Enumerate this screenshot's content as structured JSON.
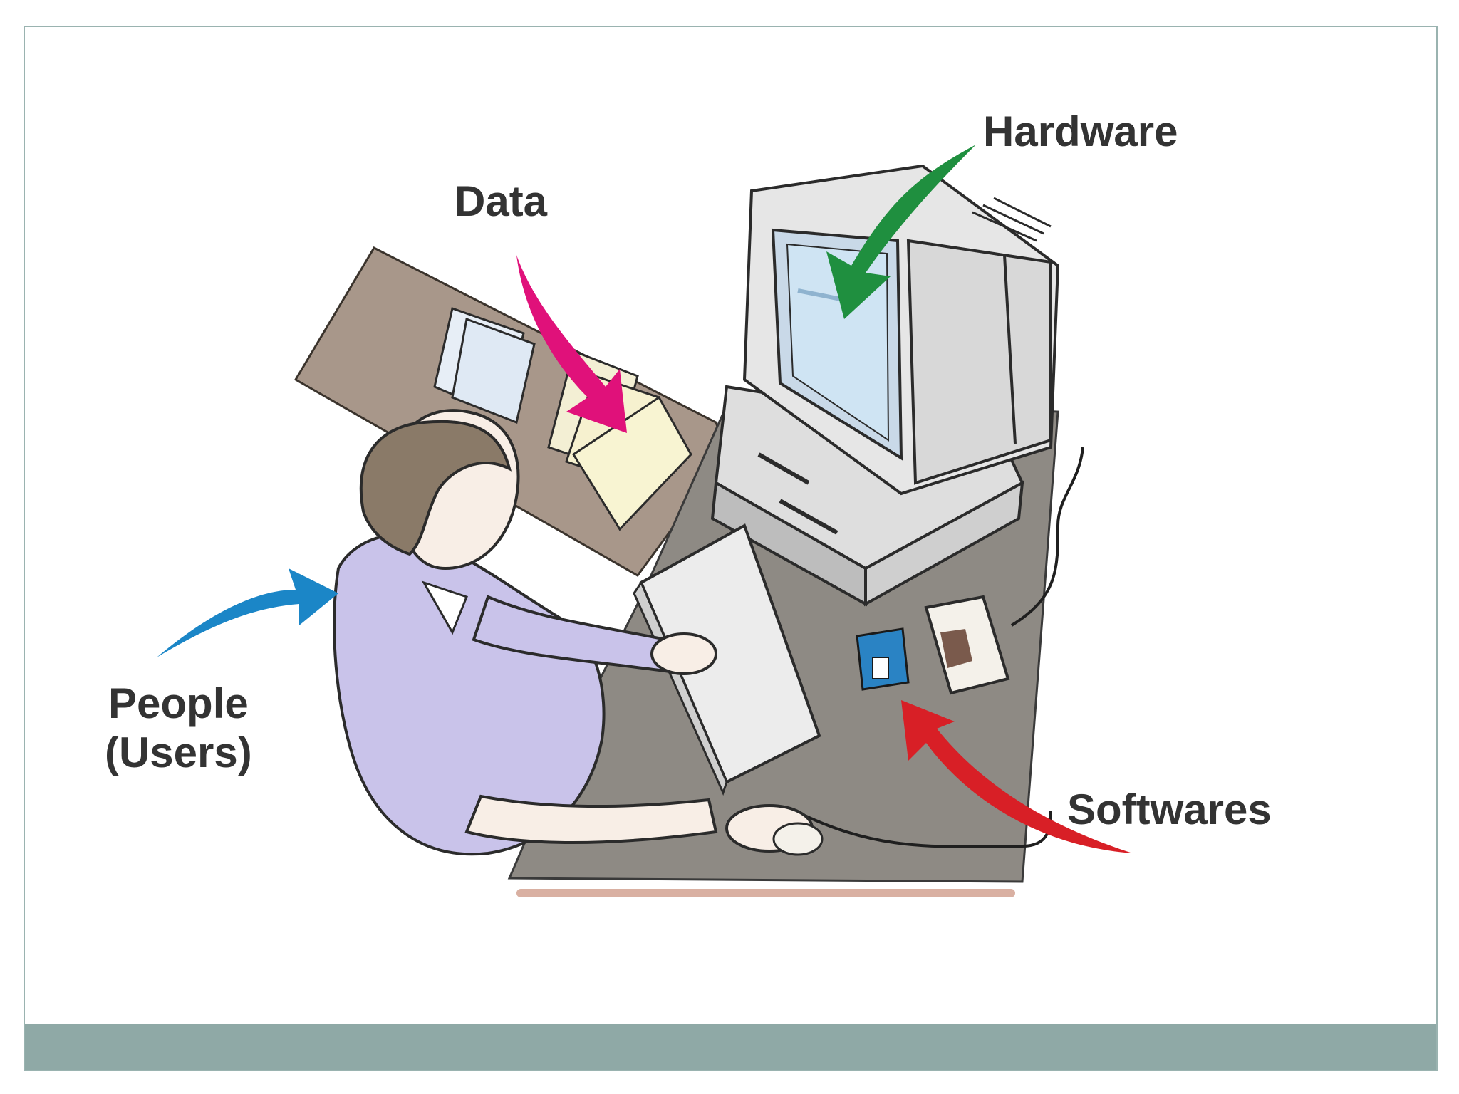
{
  "labels": {
    "hardware": "Hardware",
    "data": "Data",
    "people_line1": "People",
    "people_line2": "(Users)",
    "softwares": "Softwares"
  },
  "icons": {
    "hardware_arrow": "green-arrow",
    "data_arrow": "magenta-arrow",
    "people_arrow": "blue-arrow",
    "software_arrow": "red-arrow"
  },
  "colors": {
    "frame_border": "#9ab3b0",
    "footer_bar": "#8fa9a6",
    "desk": "#8e8a84",
    "back_desk": "#a8978a",
    "shirt": "#c9c3ea",
    "hair": "#8a7a68",
    "monitor": "#e6e6e6",
    "screen": "#cfe4f3",
    "arrow_hardware": "#1f8f3f",
    "arrow_data": "#e0117a",
    "arrow_people": "#1b86c7",
    "arrow_software": "#d81f26",
    "floppy": "#2a83c4"
  }
}
